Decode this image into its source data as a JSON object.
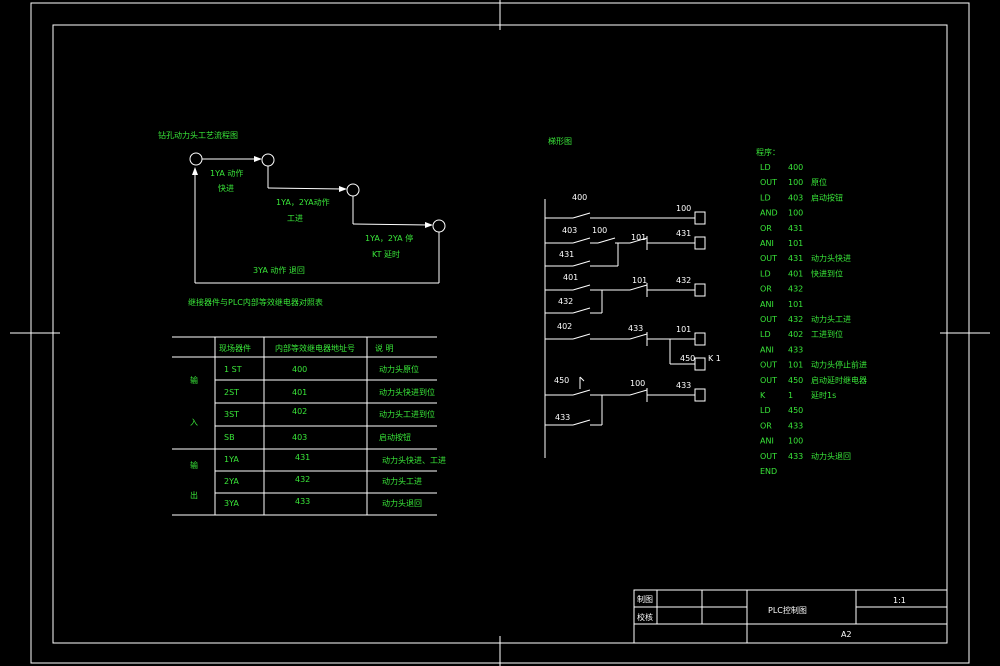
{
  "process_diagram": {
    "title": "钻孔动力头工艺流程图",
    "labels": {
      "step1_a": "1YA  动作",
      "step1_b": "快进",
      "step2_a": "1YA，2YA动作",
      "step2_b": "工进",
      "step3_a": "1YA，2YA 停",
      "step3_b": "KT 延时",
      "return": "3YA 动作  退回"
    }
  },
  "io_table": {
    "title": "继接器件与PLC内部等效继电器对照表",
    "headers": [
      "现场器件",
      "内部等效继电器地址号",
      "说   明"
    ],
    "group_input": [
      "输",
      "入"
    ],
    "group_output": [
      "输",
      "出"
    ],
    "rows": [
      {
        "device": "1 ST",
        "address": "400",
        "desc": "动力头原位"
      },
      {
        "device": "2ST",
        "address": "401",
        "desc": "动力头快进到位"
      },
      {
        "device": "3ST",
        "address": "402",
        "desc": "动力头工进到位"
      },
      {
        "device": "SB",
        "address": "403",
        "desc": "启动按钮"
      },
      {
        "device": "1YA",
        "address": "431",
        "desc": "动力头快进、工进"
      },
      {
        "device": "2YA",
        "address": "432",
        "desc": "动力头工进"
      },
      {
        "device": "3YA",
        "address": "433",
        "desc": "动力头退回"
      }
    ]
  },
  "ladder": {
    "title": "梯形图",
    "labels": {
      "c400": "400",
      "c403": "403",
      "c100a": "100",
      "c101a": "101",
      "c431a": "431",
      "coil100": "100",
      "coil431": "431",
      "c401": "401",
      "c101b": "101",
      "c432a": "432",
      "coil432": "432",
      "c402": "402",
      "c433a": "433",
      "coil101": "101",
      "coil450": "450",
      "k1": "K 1",
      "c450": "450",
      "c100b": "100",
      "c433b": "433",
      "coil433": "433"
    }
  },
  "program": {
    "header": "程序：",
    "lines": [
      {
        "op": "LD",
        "addr": "400",
        "note": ""
      },
      {
        "op": "OUT",
        "addr": "100",
        "note": "原位"
      },
      {
        "op": "LD",
        "addr": "403",
        "note": "启动按钮"
      },
      {
        "op": "AND",
        "addr": "100",
        "note": ""
      },
      {
        "op": "OR",
        "addr": "431",
        "note": ""
      },
      {
        "op": "ANI",
        "addr": "101",
        "note": ""
      },
      {
        "op": "OUT",
        "addr": "431",
        "note": "动力头快进"
      },
      {
        "op": "LD",
        "addr": "401",
        "note": "快进到位"
      },
      {
        "op": "OR",
        "addr": "432",
        "note": ""
      },
      {
        "op": "ANI",
        "addr": "101",
        "note": ""
      },
      {
        "op": "OUT",
        "addr": "432",
        "note": "动力头工进"
      },
      {
        "op": "LD",
        "addr": "402",
        "note": "工进到位"
      },
      {
        "op": "ANI",
        "addr": "433",
        "note": ""
      },
      {
        "op": "OUT",
        "addr": "101",
        "note": "动力头停止前进"
      },
      {
        "op": "OUT",
        "addr": "450",
        "note": "启动延时继电器"
      },
      {
        "op": "K",
        "addr": "1",
        "note": "延时1s"
      },
      {
        "op": "LD",
        "addr": "450",
        "note": ""
      },
      {
        "op": "OR",
        "addr": "433",
        "note": ""
      },
      {
        "op": "ANI",
        "addr": "100",
        "note": ""
      },
      {
        "op": "OUT",
        "addr": "433",
        "note": "动力头退回"
      },
      {
        "op": "END",
        "addr": "",
        "note": ""
      }
    ]
  },
  "title_block": {
    "drawn_by": "制图",
    "checked_by": "校核",
    "drawing_title": "PLC控制图",
    "scale": "1:1",
    "sheet_size": "A2"
  }
}
